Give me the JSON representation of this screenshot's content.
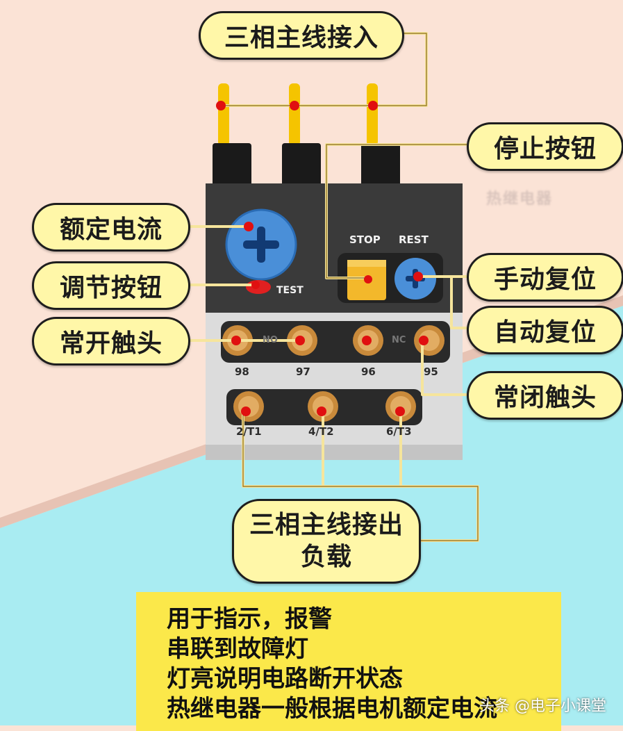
{
  "callouts": {
    "three_phase_in": "三相主线接入",
    "stop_button": "停止按钮",
    "rated_current": "额定电流",
    "adjust_button": "调节按钮",
    "normally_open": "常开触头",
    "manual_reset": "手动复位",
    "auto_reset": "自动复位",
    "normally_closed": "常闭触头",
    "three_phase_out_line1": "三相主线接出",
    "three_phase_out_line2": "负载"
  },
  "device": {
    "stop_label": "STOP",
    "reset_label": "REST",
    "test_label": "TEST",
    "no_label": "NO",
    "nc_label": "NC",
    "terminals_top": [
      "98",
      "97",
      "96",
      "95"
    ],
    "terminals_bottom": [
      "2/T1",
      "4/T2",
      "6/T3"
    ],
    "blurred_text": "热继电器"
  },
  "info": {
    "lines": [
      "用于指示，报警",
      "串联到故障灯",
      "灯亮说明电路断开状态",
      "热继电器一般根据电机额定电流"
    ]
  },
  "watermark": "头条 @电子小课堂",
  "colors": {
    "background_pink": "#fbe3d6",
    "background_cyan": "#a9ecf2",
    "callout_fill": "#fff7a8",
    "wire": "#f5c400",
    "dot": "#e01010",
    "body_dark": "#3a3a3a",
    "body_light": "#dcdcdc"
  }
}
